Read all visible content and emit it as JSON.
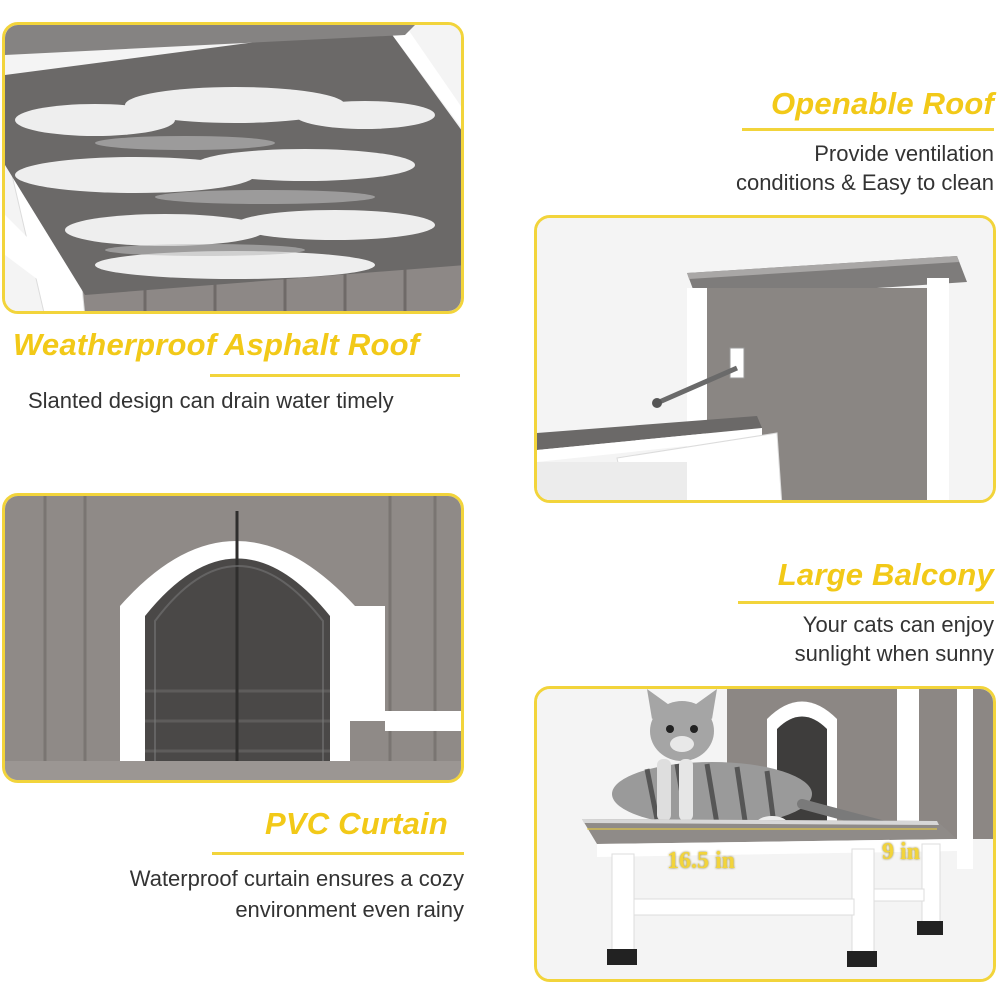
{
  "features": [
    {
      "heading": "Weatherproof Asphalt Roof",
      "description": [
        "Slanted design can drain water timely"
      ]
    },
    {
      "heading": "Openable Roof",
      "description": [
        "Provide ventilation",
        "conditions & Easy to clean"
      ]
    },
    {
      "heading": "PVC Curtain",
      "description": [
        "Waterproof curtain ensures a cozy",
        "environment even rainy"
      ]
    },
    {
      "heading": "Large Balcony",
      "description": [
        "Your cats can enjoy",
        "sunlight when sunny"
      ]
    }
  ],
  "balcony_dimensions": {
    "length": "16.5 in",
    "width": "9 in"
  },
  "colors": {
    "accent": "#F2D43B",
    "heading": "#F2C918",
    "wood_gray": "#8c8784",
    "trim": "#ffffff"
  }
}
